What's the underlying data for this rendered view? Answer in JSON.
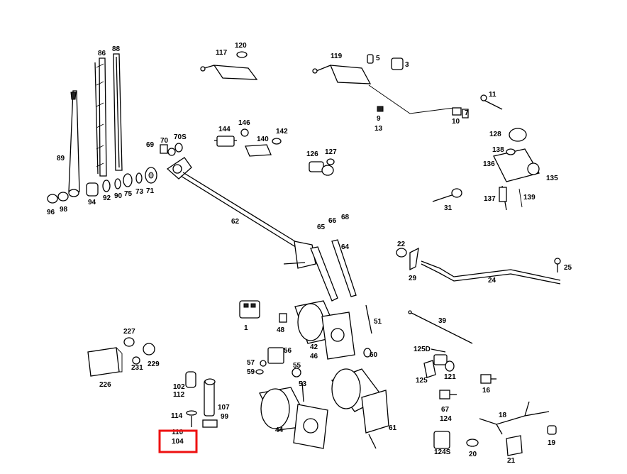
{
  "highlight_color": "#ee1111",
  "labels": [
    {
      "id": "86",
      "text": "86"
    },
    {
      "id": "88",
      "text": "88"
    },
    {
      "id": "89",
      "text": "89"
    },
    {
      "id": "96",
      "text": "96"
    },
    {
      "id": "98",
      "text": "98"
    },
    {
      "id": "94",
      "text": "94"
    },
    {
      "id": "92",
      "text": "92"
    },
    {
      "id": "90",
      "text": "90"
    },
    {
      "id": "75",
      "text": "75"
    },
    {
      "id": "73",
      "text": "73"
    },
    {
      "id": "71",
      "text": "71"
    },
    {
      "id": "69",
      "text": "69"
    },
    {
      "id": "70",
      "text": "70"
    },
    {
      "id": "70S",
      "text": "70S"
    },
    {
      "id": "117",
      "text": "117"
    },
    {
      "id": "120",
      "text": "120"
    },
    {
      "id": "119",
      "text": "119"
    },
    {
      "id": "5",
      "text": "5"
    },
    {
      "id": "3",
      "text": "3"
    },
    {
      "id": "11",
      "text": "11"
    },
    {
      "id": "9",
      "text": "9"
    },
    {
      "id": "13",
      "text": "13"
    },
    {
      "id": "7",
      "text": "7"
    },
    {
      "id": "10",
      "text": "10"
    },
    {
      "id": "144",
      "text": "144"
    },
    {
      "id": "146",
      "text": "146"
    },
    {
      "id": "140",
      "text": "140"
    },
    {
      "id": "142",
      "text": "142"
    },
    {
      "id": "126",
      "text": "126"
    },
    {
      "id": "127",
      "text": "127"
    },
    {
      "id": "128",
      "text": "128"
    },
    {
      "id": "138",
      "text": "138"
    },
    {
      "id": "136",
      "text": "136"
    },
    {
      "id": "135",
      "text": "135"
    },
    {
      "id": "137",
      "text": "137"
    },
    {
      "id": "139",
      "text": "139"
    },
    {
      "id": "31",
      "text": "31"
    },
    {
      "id": "62",
      "text": "62"
    },
    {
      "id": "65",
      "text": "65"
    },
    {
      "id": "66",
      "text": "66"
    },
    {
      "id": "68",
      "text": "68"
    },
    {
      "id": "64",
      "text": "64"
    },
    {
      "id": "22",
      "text": "22"
    },
    {
      "id": "29",
      "text": "29"
    },
    {
      "id": "24",
      "text": "24"
    },
    {
      "id": "25",
      "text": "25"
    },
    {
      "id": "1",
      "text": "1"
    },
    {
      "id": "48",
      "text": "48"
    },
    {
      "id": "42",
      "text": "42"
    },
    {
      "id": "46",
      "text": "46"
    },
    {
      "id": "51",
      "text": "51"
    },
    {
      "id": "60",
      "text": "60"
    },
    {
      "id": "39",
      "text": "39"
    },
    {
      "id": "227",
      "text": "227"
    },
    {
      "id": "226",
      "text": "226"
    },
    {
      "id": "231",
      "text": "231"
    },
    {
      "id": "229",
      "text": "229"
    },
    {
      "id": "56",
      "text": "56"
    },
    {
      "id": "57",
      "text": "57"
    },
    {
      "id": "59",
      "text": "59"
    },
    {
      "id": "55",
      "text": "55"
    },
    {
      "id": "53",
      "text": "53"
    },
    {
      "id": "125D",
      "text": "125D"
    },
    {
      "id": "125",
      "text": "125"
    },
    {
      "id": "121",
      "text": "121"
    },
    {
      "id": "16",
      "text": "16"
    },
    {
      "id": "102",
      "text": "102"
    },
    {
      "id": "112",
      "text": "112"
    },
    {
      "id": "107",
      "text": "107"
    },
    {
      "id": "99",
      "text": "99"
    },
    {
      "id": "114",
      "text": "114"
    },
    {
      "id": "110",
      "text": "110"
    },
    {
      "id": "104",
      "text": "104"
    },
    {
      "id": "44",
      "text": "44"
    },
    {
      "id": "61",
      "text": "61"
    },
    {
      "id": "67",
      "text": "67"
    },
    {
      "id": "124",
      "text": "124"
    },
    {
      "id": "18",
      "text": "18"
    },
    {
      "id": "124S",
      "text": "124S"
    },
    {
      "id": "20",
      "text": "20"
    },
    {
      "id": "21",
      "text": "21"
    },
    {
      "id": "19",
      "text": "19"
    }
  ]
}
